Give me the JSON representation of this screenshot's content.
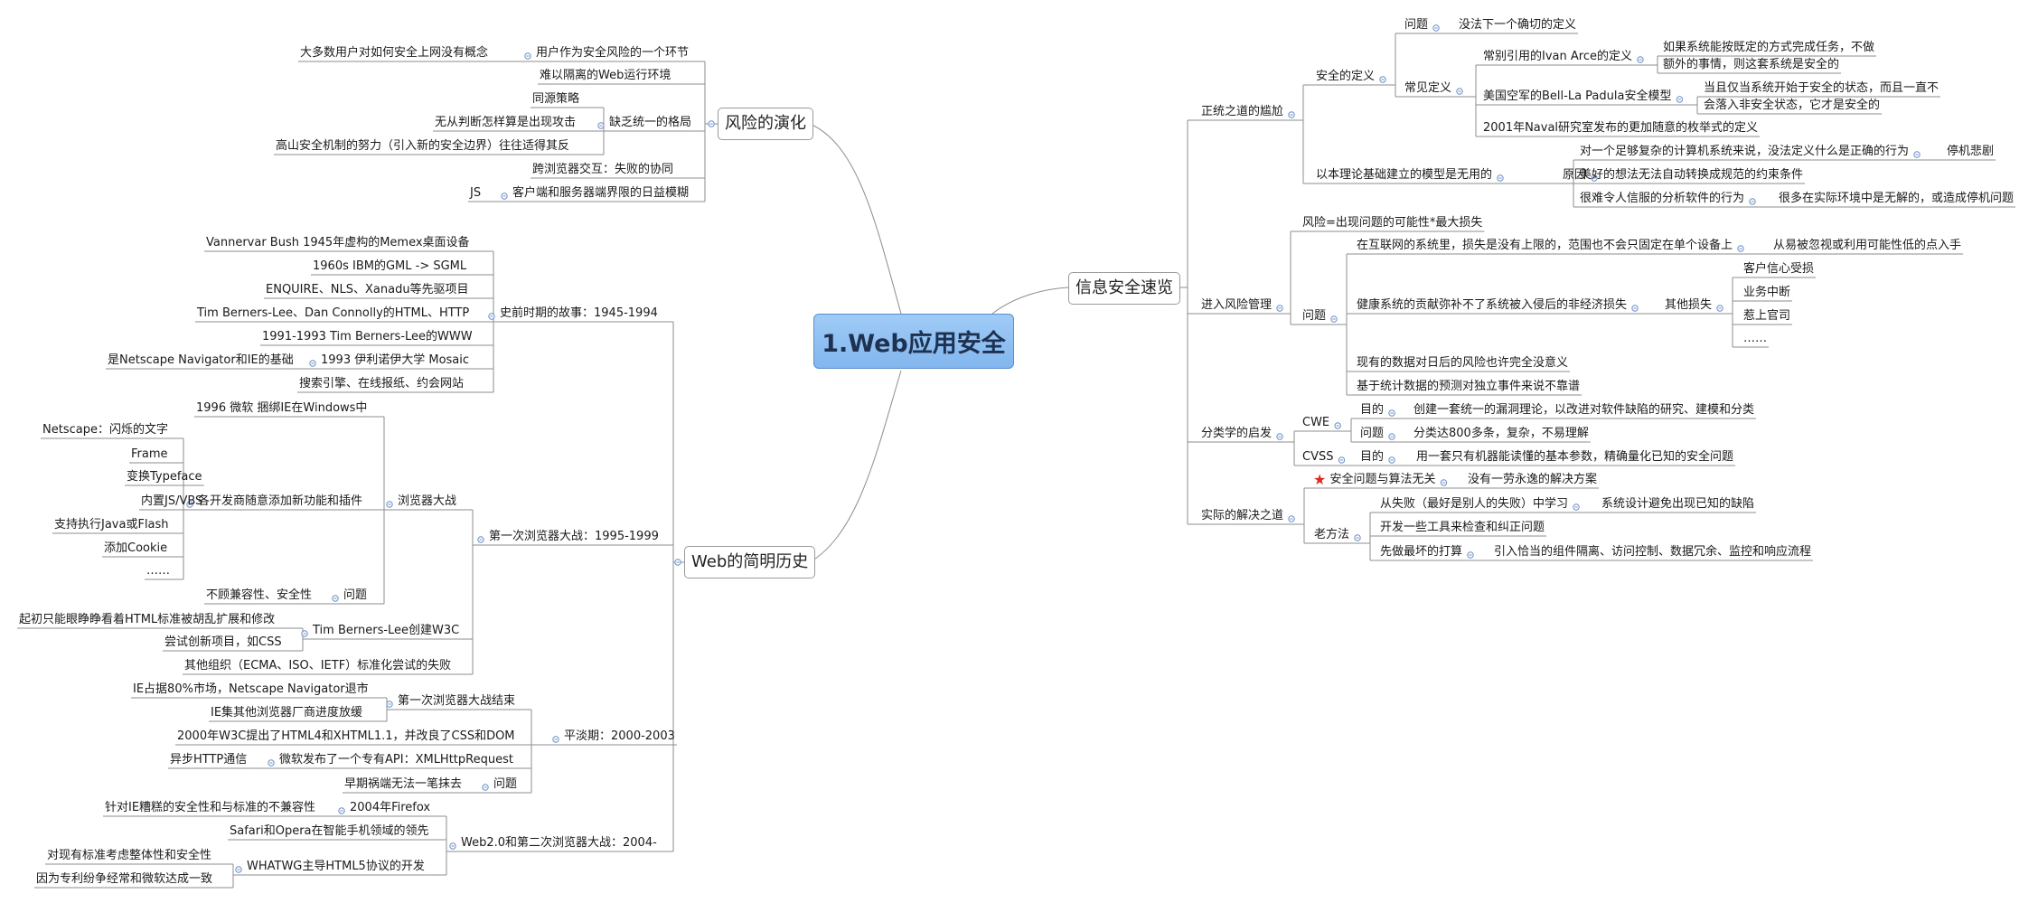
{
  "root": {
    "label": "1.Web应用安全"
  },
  "main": {
    "risk": "风险的演化",
    "history": "Web的简明历史",
    "overview": "信息安全速览"
  },
  "risk": {
    "a1": "大多数用户对如何安全上网没有概念",
    "a2": "用户作为安全风险的一个环节",
    "b": "难以隔离的Web运行环境",
    "c1": "同源策略",
    "c2": "无从判断怎样算是出现攻击",
    "c3": "高山安全机制的努力（引入新的安全边界）往往适得其反",
    "c": "缺乏统一的格局",
    "d": "跨浏览器交互：失败的协同",
    "e1": "JS",
    "e2": "客户端和服务器端界限的日益模糊"
  },
  "hist": {
    "pre1": "Vannervar Bush 1945年虚构的Memex桌面设备",
    "pre2": "1960s IBM的GML -> SGML",
    "pre3": "ENQUIRE、NLS、Xanadu等先驱项目",
    "pre4": "Tim Berners-Lee、Dan Connolly的HTML、HTTP",
    "pre": "史前时期的故事：1945-1994",
    "pre5": "1991-1993 Tim Berners-Lee的WWW",
    "pre6a": "是Netscape Navigator和IE的基础",
    "pre6": "1993 伊利诺伊大学 Mosaic",
    "pre7": "搜索引擎、在线报纸、约会网站",
    "w1a": "1996 微软 捆绑IE在Windows中",
    "w1b1": "Netscape：闪烁的文字",
    "w1b2": "Frame",
    "w1b3": "变换Typeface",
    "w1b4": "内置JS/VBS",
    "w1b5": "支持执行Java或Flash",
    "w1b6": "添加Cookie",
    "w1b7": "……",
    "w1b": "各开发商随意添加新功能和插件",
    "w1c1": "不顾兼容性、安全性",
    "w1c": "问题",
    "w1": "浏览器大战",
    "war": "第一次浏览器大战：1995-1999",
    "w3a": "起初只能眼睁睁看着HTML标准被胡乱扩展和修改",
    "w3b": "尝试创新项目，如CSS",
    "w3": "Tim Berners-Lee创建W3C",
    "w4": "其他组织（ECMA、ISO、IETF）标准化尝试的失败",
    "c1a": "IE占据80%市场，Netscape Navigator退市",
    "c1b": "IE集其他浏览器厂商进度放缓",
    "c1": "第一次浏览器大战结束",
    "c2": "2000年W3C提出了HTML4和XHTML1.1，并改良了CSS和DOM",
    "calm": "平淡期：2000-2003",
    "c3a": "异步HTTP通信",
    "c3": "微软发布了一个专有API：XMLHttpRequest",
    "c4a": "早期祸端无法一笔抹去",
    "c4": "问题",
    "v1a": "针对IE糟糕的安全性和与标准的不兼容性",
    "v1": "2004年Firefox",
    "v2": "Safari和Opera在智能手机领域的领先",
    "v3a": "对现有标准考虑整体性和安全性",
    "v3b": "因为专利纷争经常和微软达成一致",
    "v3": "WHATWG主导HTML5协议的开发",
    "web2": "Web2.0和第二次浏览器大战：2004-"
  },
  "ov": {
    "d1": "正统之道的尴尬",
    "d1a": "安全的定义",
    "d1a1": "问题",
    "d1a1v": "没法下一个确切的定义",
    "d1a2": "常见定义",
    "d1a2a": "常别引用的Ivan Arce的定义",
    "d1a2a1": "如果系统能按既定的方式完成任务，不做",
    "d1a2a2": "额外的事情，则这套系统是安全的",
    "d1a2b": "美国空军的Bell-La Padula安全模型",
    "d1a2b1": "当且仅当系统开始于安全的状态，而且一直不",
    "d1a2b2": "会落入非安全状态，它才是安全的",
    "d1a2c": "2001年Naval研究室发布的更加随意的枚举式的定义",
    "d1b": "以本理论基础建立的模型是无用的",
    "d1b1": "原因",
    "d1b1a": "对一个足够复杂的计算机系统来说，没法定义什么是正确的行为",
    "d1b1av": "停机悲剧",
    "d1b1b": "美好的想法无法自动转换成规范的约束条件",
    "d1b1c": "很难令人信服的分析软件的行为",
    "d1b1cv": "很多在实际环境中是无解的，或造成停机问题",
    "d2": "进入风险管理",
    "d2a": "风险=出现问题的可能性*最大损失",
    "d2b": "问题",
    "d2b1": "在互联网的系统里，损失是没有上限的，范围也不会只固定在单个设备上",
    "d2b1v": "从易被忽视或利用可能性低的点入手",
    "d2b2": "健康系统的贡献弥补不了系统被入侵后的非经济损失",
    "d2b2a": "其他损失",
    "d2b2a1": "客户信心受损",
    "d2b2a2": "业务中断",
    "d2b2a3": "惹上官司",
    "d2b2a4": "……",
    "d2b3": "现有的数据对日后的风险也许完全没意义",
    "d2b4": "基于统计数据的预测对独立事件来说不靠谱",
    "d3": "分类学的启发",
    "d3a": "CWE",
    "d3a1": "目的",
    "d3a1v": "创建一套统一的漏洞理论，以改进对软件缺陷的研究、建模和分类",
    "d3a2": "问题",
    "d3a2v": "分类达800多条，复杂，不易理解",
    "d3b": "CVSS",
    "d3b1": "目的",
    "d3b1v": "用一套只有机器能读懂的基本参数，精确量化已知的安全问题",
    "d4": "实际的解决之道",
    "d4a": "安全问题与算法无关",
    "d4av": "没有一劳永逸的解决方案",
    "d4b": "老方法",
    "d4b1": "从失败（最好是别人的失败）中学习",
    "d4b1v": "系统设计避免出现已知的缺陷",
    "d4b2": "开发一些工具来检查和纠正问题",
    "d4b3": "先做最坏的打算",
    "d4b3v": "引入恰当的组件隔离、访问控制、数据冗余、监控和响应流程"
  },
  "colors": {
    "root_fill": "#8fc0f2",
    "root_border": "#5e8fca",
    "line": "#8e8e8e",
    "collapse_dot": "#6b8fc7",
    "star": "#e0271f"
  },
  "icons": {
    "collapse": "collapse-dot-icon",
    "priority": "star-icon"
  }
}
